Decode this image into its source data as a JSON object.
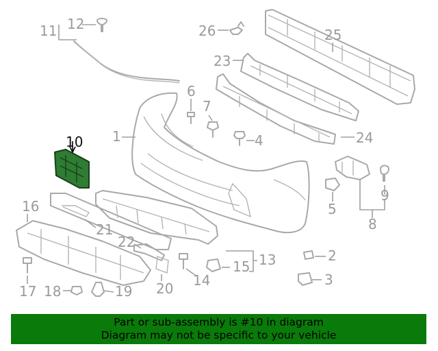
{
  "diagram": {
    "callouts": [
      {
        "id": "c1",
        "label": "1"
      },
      {
        "id": "c2",
        "label": "2"
      },
      {
        "id": "c3",
        "label": "3"
      },
      {
        "id": "c4",
        "label": "4"
      },
      {
        "id": "c5",
        "label": "5"
      },
      {
        "id": "c6",
        "label": "6"
      },
      {
        "id": "c7",
        "label": "7"
      },
      {
        "id": "c8",
        "label": "8"
      },
      {
        "id": "c9",
        "label": "9"
      },
      {
        "id": "c10",
        "label": "10",
        "highlighted": true
      },
      {
        "id": "c11",
        "label": "11"
      },
      {
        "id": "c12",
        "label": "12"
      },
      {
        "id": "c13",
        "label": "13"
      },
      {
        "id": "c14",
        "label": "14"
      },
      {
        "id": "c15",
        "label": "15"
      },
      {
        "id": "c16",
        "label": "16"
      },
      {
        "id": "c17",
        "label": "17"
      },
      {
        "id": "c18",
        "label": "18"
      },
      {
        "id": "c19",
        "label": "19"
      },
      {
        "id": "c20",
        "label": "20"
      },
      {
        "id": "c21",
        "label": "21"
      },
      {
        "id": "c22",
        "label": "22"
      },
      {
        "id": "c23",
        "label": "23"
      },
      {
        "id": "c24",
        "label": "24"
      },
      {
        "id": "c25",
        "label": "25"
      },
      {
        "id": "c26",
        "label": "26"
      }
    ],
    "colors": {
      "line_art": "#a8a8a8",
      "highlight_fill": "#2e7d32",
      "banner_bg": "#0a7a0a"
    }
  },
  "banner": {
    "line1": "Part or sub-assembly is #10 in diagram",
    "line2": "Diagram may not be specific to your vehicle"
  }
}
